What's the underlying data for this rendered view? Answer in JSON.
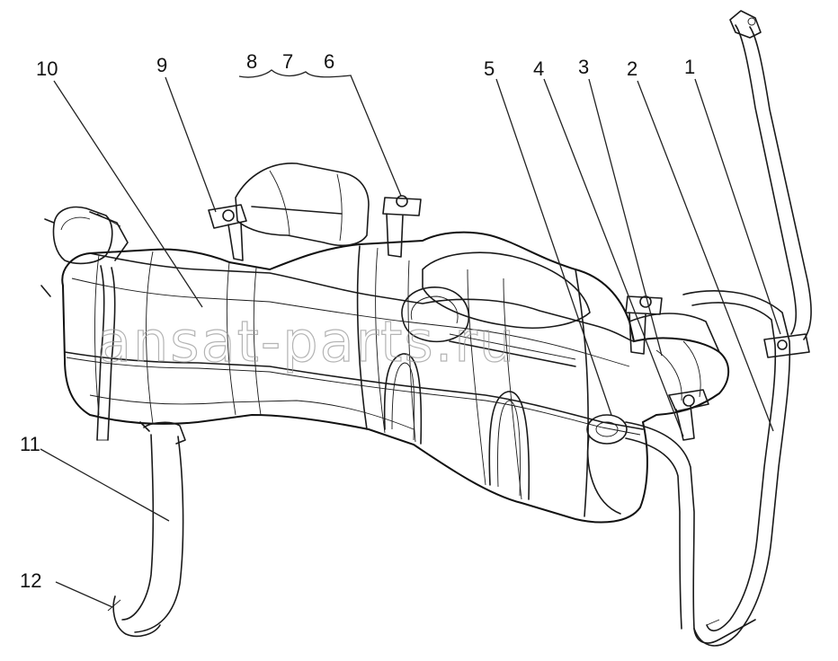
{
  "callouts": {
    "c1": "1",
    "c2": "2",
    "c3": "3",
    "c4": "4",
    "c5": "5",
    "c6": "6",
    "c7": "7",
    "c8": "8",
    "c9": "9",
    "c10": "10",
    "c11": "11",
    "c12": "12"
  },
  "watermark": "ansat-parts.ru"
}
